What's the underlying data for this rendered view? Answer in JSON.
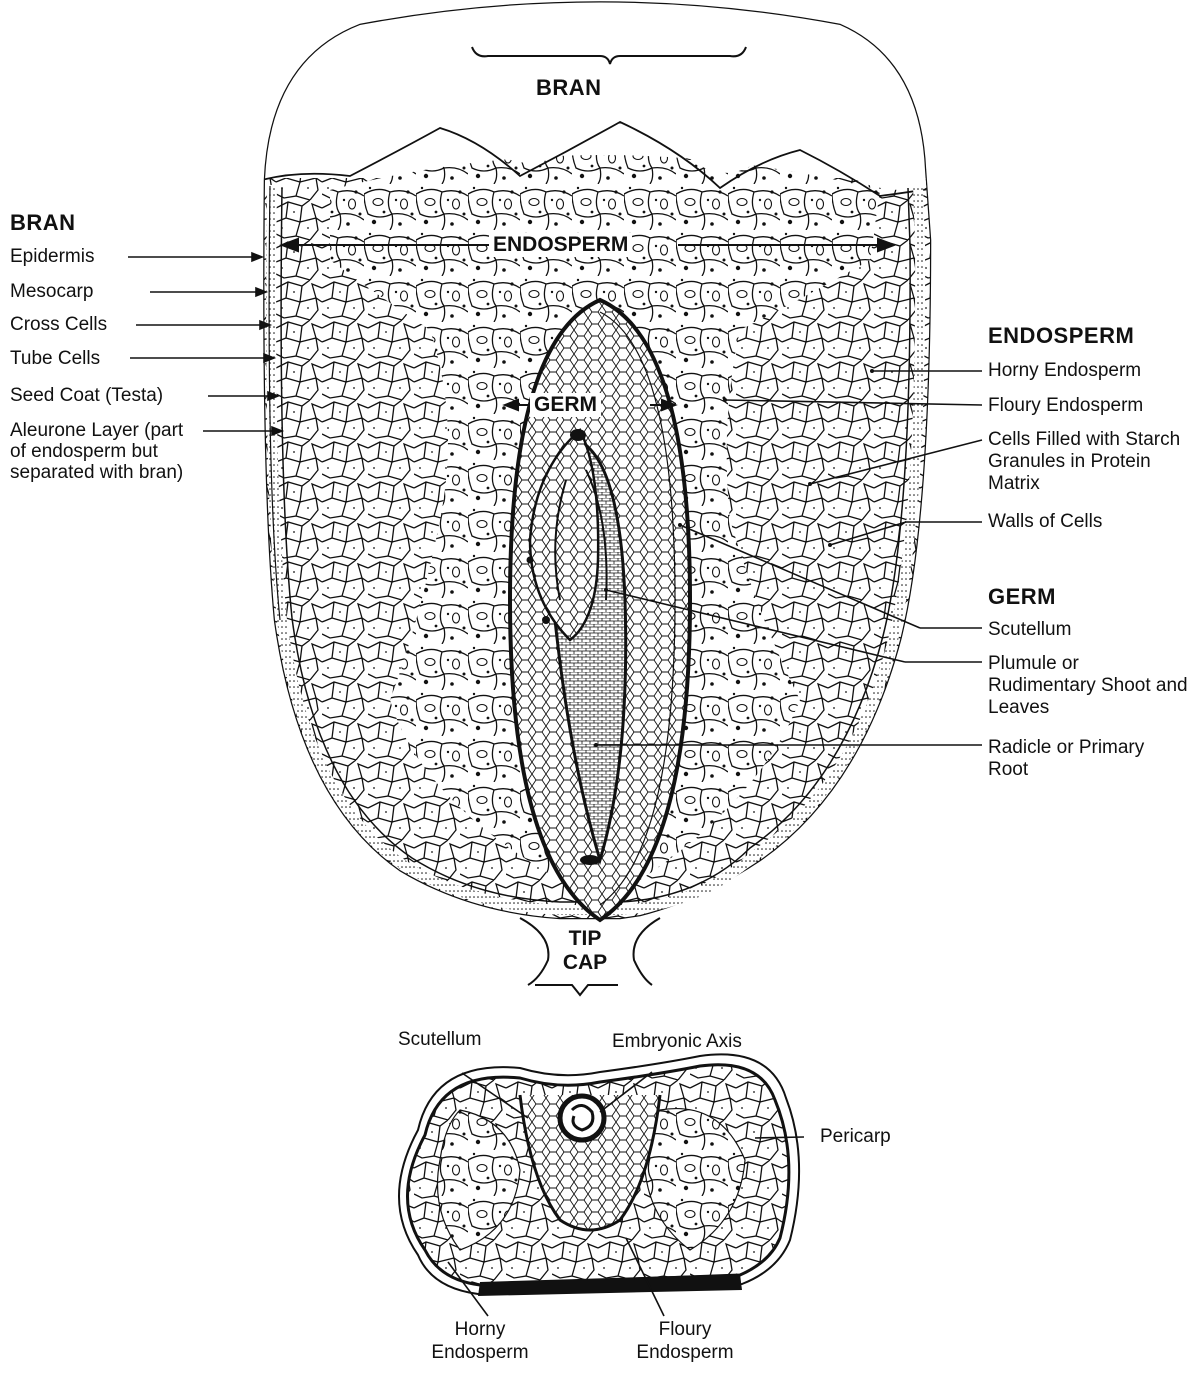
{
  "top_label": "BRAN",
  "left": {
    "heading": "BRAN",
    "labels": [
      "Epidermis",
      "Mesocarp",
      "Cross Cells",
      "Tube Cells",
      "Seed Coat (Testa)",
      "Aleurone Layer (part of endosperm but separated with bran)"
    ]
  },
  "center": {
    "endosperm_tag": "ENDOSPERM",
    "germ_tag": "GERM",
    "tip_cap_line1": "TIP",
    "tip_cap_line2": "CAP"
  },
  "right": {
    "endosperm_heading": "ENDOSPERM",
    "horny_endosperm": "Horny Endosperm",
    "floury_endosperm": "Floury Endosperm",
    "cells_filled": "Cells Filled with Starch Granules in Protein Matrix",
    "walls_of_cells": "Walls of Cells",
    "germ_heading": "GERM",
    "scutellum": "Scutellum",
    "plumule": "Plumule or Rudimentary Shoot and Leaves",
    "radicle": "Radicle or Primary Root"
  },
  "cross_section": {
    "scutellum": "Scutellum",
    "embryonic_axis": "Embryonic Axis",
    "pericarp": "Pericarp",
    "horny_endosperm": "Horny Endosperm",
    "floury_endosperm": "Floury Endosperm"
  }
}
